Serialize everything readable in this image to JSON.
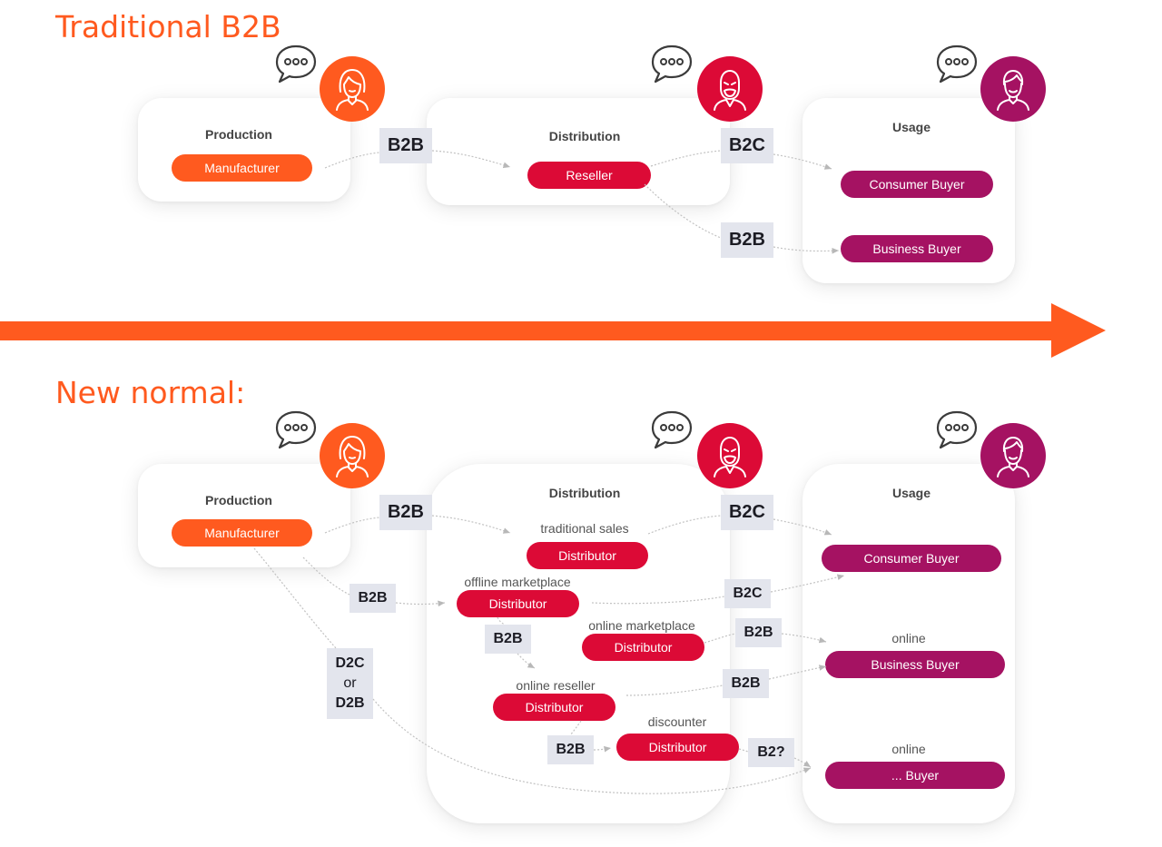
{
  "colors": {
    "accent": "#ff5a1f",
    "distribution_red": "#dc0a36",
    "usage_purple": "#a51262",
    "badge_bg": "#e3e5ed"
  },
  "top": {
    "title": "Traditional B2B",
    "production": {
      "title": "Production",
      "manufacturer": "Manufacturer"
    },
    "distribution": {
      "title": "Distribution",
      "reseller": "Reseller"
    },
    "usage": {
      "title": "Usage",
      "consumer": "Consumer Buyer",
      "business": "Business Buyer"
    },
    "badges": {
      "b2b_main": "B2B",
      "b2c": "B2C",
      "b2b_lower": "B2B"
    }
  },
  "bottom": {
    "title": "New normal:",
    "production": {
      "title": "Production",
      "manufacturer": "Manufacturer"
    },
    "distribution": {
      "title": "Distribution",
      "traditional_sales": "traditional sales",
      "offline_marketplace": "offline marketplace",
      "online_marketplace": "online marketplace",
      "online_reseller": "online reseller",
      "discounter": "discounter",
      "distributor": "Distributor"
    },
    "usage": {
      "title": "Usage",
      "consumer": "Consumer Buyer",
      "online_1": "online",
      "business": "Business Buyer",
      "online_2": "online",
      "other": "... Buyer"
    },
    "badges": {
      "b2b_main": "B2B",
      "b2c_main": "B2C",
      "b2b_offline": "B2B",
      "b2c_offline": "B2C",
      "b2b_online_marketplace": "B2B",
      "b2b_chain": "B2B",
      "b2b_online_reseller": "B2B",
      "b2b_discounter": "B2B",
      "b2_unknown": "B2?",
      "d2c_line1": "D2C",
      "d2c_line2": "or",
      "d2c_line3": "D2B"
    }
  },
  "icons": [
    "speech-bubble-icon",
    "woman-avatar-icon",
    "bearded-man-avatar-icon",
    "man-avatar-icon",
    "arrow-right-icon"
  ]
}
